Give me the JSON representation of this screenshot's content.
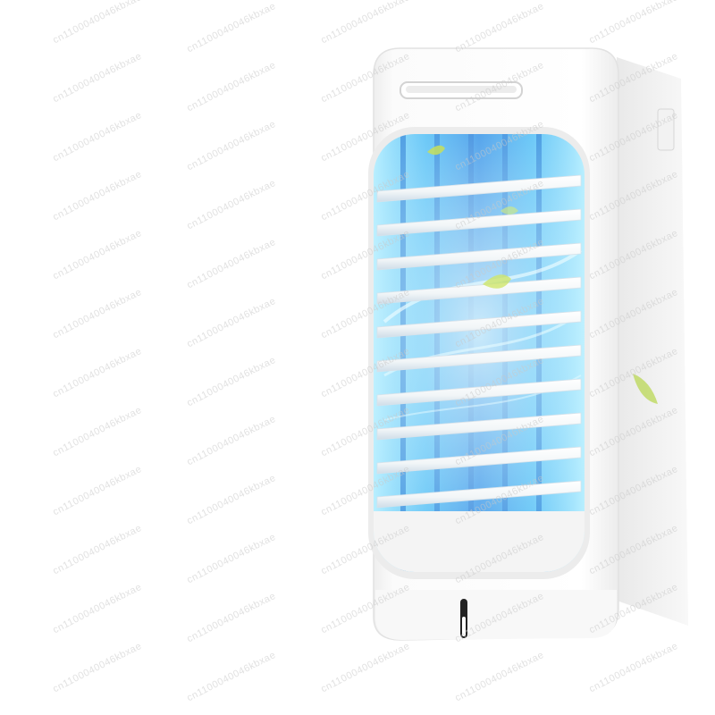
{
  "image": {
    "subject": "white tower air cooler",
    "watermark_text": "cn1100040046kbxae"
  },
  "colors": {
    "background": "#ffffff",
    "body": "#f7f7f7",
    "body_shadow": "#e4e4e4",
    "light_blue": "#3fa0ea",
    "light_cyan": "#9fe6ff",
    "leaf_green": "#b7d64a"
  },
  "product": {
    "louver_count": 10,
    "icons": [
      "handle-icon",
      "water-level-icon",
      "leaf-icon"
    ]
  }
}
